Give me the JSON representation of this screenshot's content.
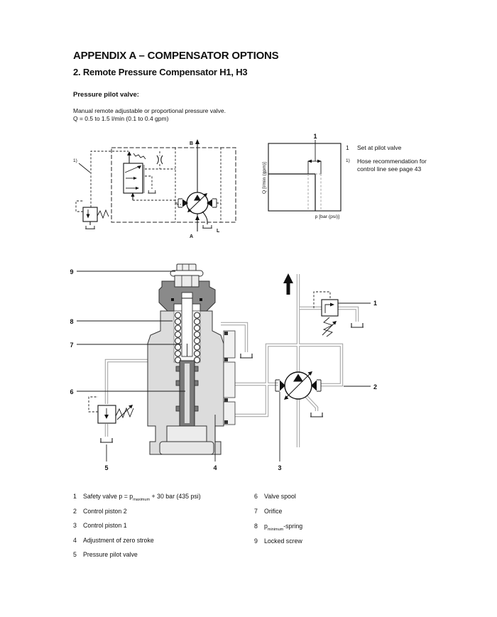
{
  "header": {
    "title": "APPENDIX A – COMPENSATOR OPTIONS",
    "subtitle": "2. Remote Pressure Compensator H1, H3",
    "section": "Pressure pilot valve:",
    "desc1": "Manual remote adjustable or proportional pressure valve.",
    "desc2": "Q = 0.5 to 1.5 l/min (0.1 to 0.4 gpm)"
  },
  "schematic": {
    "ref": "1)",
    "port_b": "B",
    "port_a": "A",
    "port_l": "L"
  },
  "graph": {
    "type": "line",
    "callout": "1",
    "ylabel": "Q [l/min (gpm)]",
    "xlabel": "p [bar (psi)]",
    "curve": "constant flow line with pressure cut-off; adjustable setting range shown dashed"
  },
  "notes": [
    {
      "marker": "1",
      "line1": "Set at pilot valve",
      "line2": ""
    },
    {
      "marker": "1)",
      "line1": "Hose recommendation for",
      "line2": "control line see page 43"
    }
  ],
  "figure": {
    "c1": "1",
    "c2": "2",
    "c3": "3",
    "c4": "4",
    "c5": "5",
    "c6": "6",
    "c7": "7",
    "c8": "8",
    "c9": "9"
  },
  "legend": {
    "left": [
      {
        "num": "1",
        "pre": "Safety valve p = p",
        "sub": "maximum",
        "post": " + 30 bar (435 psi)"
      },
      {
        "num": "2",
        "pre": "Control piston 2",
        "sub": "",
        "post": ""
      },
      {
        "num": "3",
        "pre": "Control piston 1",
        "sub": "",
        "post": ""
      },
      {
        "num": "4",
        "pre": "Adjustment of zero stroke",
        "sub": "",
        "post": ""
      },
      {
        "num": "5",
        "pre": "Pressure pilot valve",
        "sub": "",
        "post": ""
      }
    ],
    "right": [
      {
        "num": "6",
        "pre": "Valve spool",
        "sub": "",
        "post": ""
      },
      {
        "num": "7",
        "pre": "Orifice",
        "sub": "",
        "post": ""
      },
      {
        "num": "8",
        "pre": "p",
        "sub": "minimum",
        "post": "-spring"
      },
      {
        "num": "9",
        "pre": "Locked screw",
        "sub": "",
        "post": ""
      }
    ]
  }
}
